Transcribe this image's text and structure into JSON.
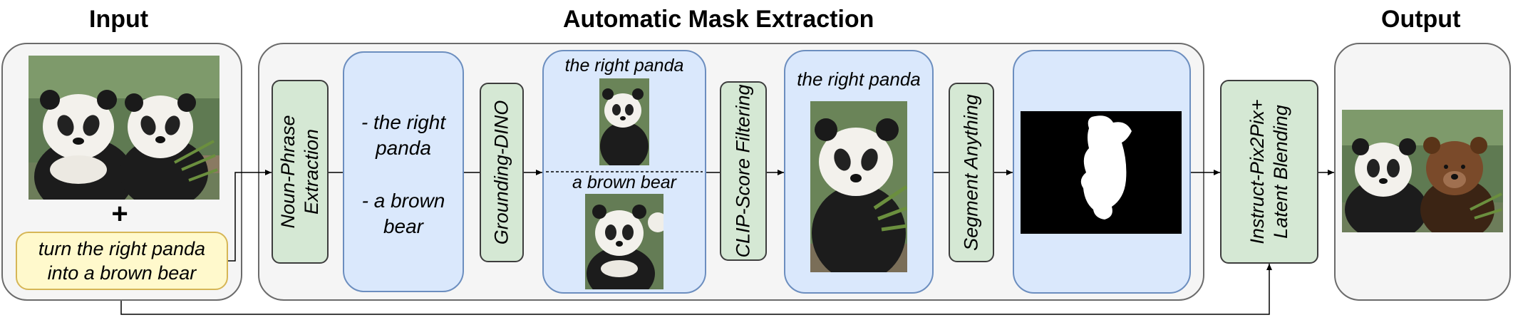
{
  "headers": {
    "input": "Input",
    "mask_extraction": "Automatic Mask Extraction",
    "output": "Output"
  },
  "input": {
    "plus_sign": "+",
    "instruction": "turn the right panda into a brown bear"
  },
  "steps": {
    "noun_phrase_extraction": "Noun-Phrase Extraction",
    "grounding_dino": "Grounding-DINO",
    "clip_score_filtering": "CLIP-Score Filtering",
    "segment_anything": "Segment Anything",
    "instruct_pix2pix": "Instruct-Pix2Pix+ Latent Blending"
  },
  "noun_phrases": {
    "phrase_1": "- the right panda",
    "phrase_2": "- a brown bear"
  },
  "grounding_results": {
    "label_1": "the right panda",
    "label_2": "a brown bear"
  },
  "clip_result": {
    "label": "the right panda"
  },
  "colors": {
    "gray_panel_fill": "#f5f5f5",
    "blue_panel_fill": "#dae8fc",
    "blue_panel_border": "#6c8ebf",
    "green_box_fill": "#d5e8d4",
    "yellow_box_fill": "#fff9cc",
    "yellow_box_border": "#d6b656"
  }
}
